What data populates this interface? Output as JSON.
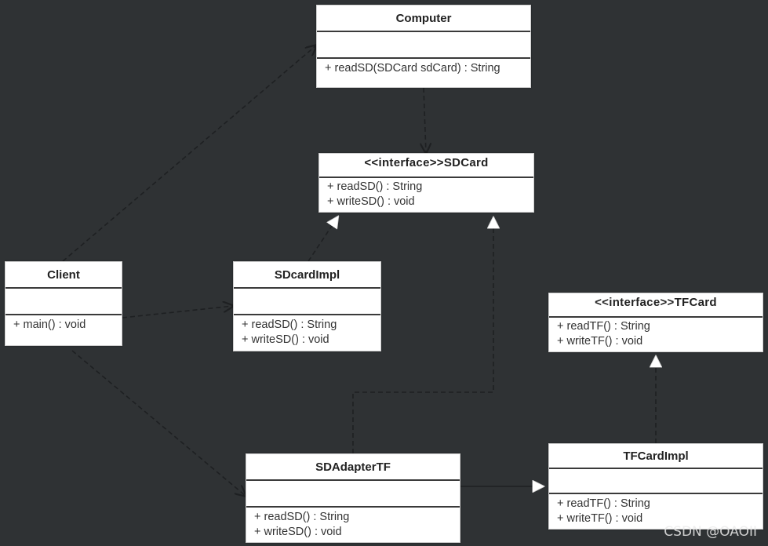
{
  "classes": {
    "computer": {
      "name": "Computer",
      "methods": [
        "+ readSD(SDCard sdCard) : String"
      ]
    },
    "sdcard": {
      "name": "<<interface>>SDCard",
      "methods": [
        "+ readSD() : String",
        "+ writeSD() : void"
      ]
    },
    "client": {
      "name": "Client",
      "methods": [
        "+ main() : void"
      ]
    },
    "sdcardimpl": {
      "name": "SDcardImpl",
      "methods": [
        "+ readSD() : String",
        "+ writeSD() : void"
      ]
    },
    "tfcard": {
      "name": "<<interface>>TFCard",
      "methods": [
        "+ readTF() : String",
        "+ writeTF() : void"
      ]
    },
    "sdadaptertf": {
      "name": "SDAdapterTF",
      "methods": [
        "+ readSD() : String",
        "+ writeSD() : void"
      ]
    },
    "tfcardimpl": {
      "name": "TFCardImpl",
      "methods": [
        "+ readTF() : String",
        "+ writeTF() : void"
      ]
    }
  },
  "watermark": "CSDN @OAOII",
  "colors": {
    "background": "#2f3234",
    "box": "#ffffff",
    "connector": "#1e2022",
    "arrowhead": "#ffffff"
  }
}
